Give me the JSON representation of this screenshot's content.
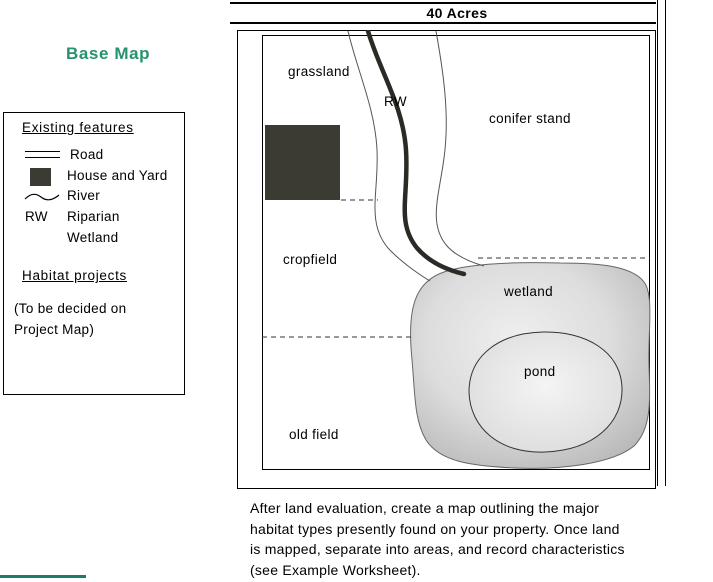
{
  "page": {
    "title": "Base Map"
  },
  "colors": {
    "title_accent": "#27926F",
    "footer_rule": "#1D7A6C",
    "house_fill": "#3B3B33",
    "wetland_fill": "#D6D6D6"
  },
  "map": {
    "acreage": "40 Acres",
    "labels": {
      "grassland": "grassland",
      "rw": "RW",
      "conifer_stand": "conifer stand",
      "cropfield": "cropfield",
      "wetland": "wetland",
      "pond": "pond",
      "old_field": "old field"
    }
  },
  "legend": {
    "heading": "Existing features",
    "road_label": "Road",
    "house_label": "House and Yard",
    "river_label": "River",
    "rw_symbol": "RW",
    "riparian_label": "Riparian",
    "wetland_label": "Wetland",
    "projects_heading": "Habitat projects",
    "note_line1": "(To be decided on",
    "note_line2": "Project Map)"
  },
  "footer": {
    "lines": [
      "After land evaluation, create a map outlining the major",
      "habitat types presently found on your property.  Once land",
      "is mapped, separate into areas, and record characteristics",
      "(see Example Worksheet)."
    ]
  }
}
